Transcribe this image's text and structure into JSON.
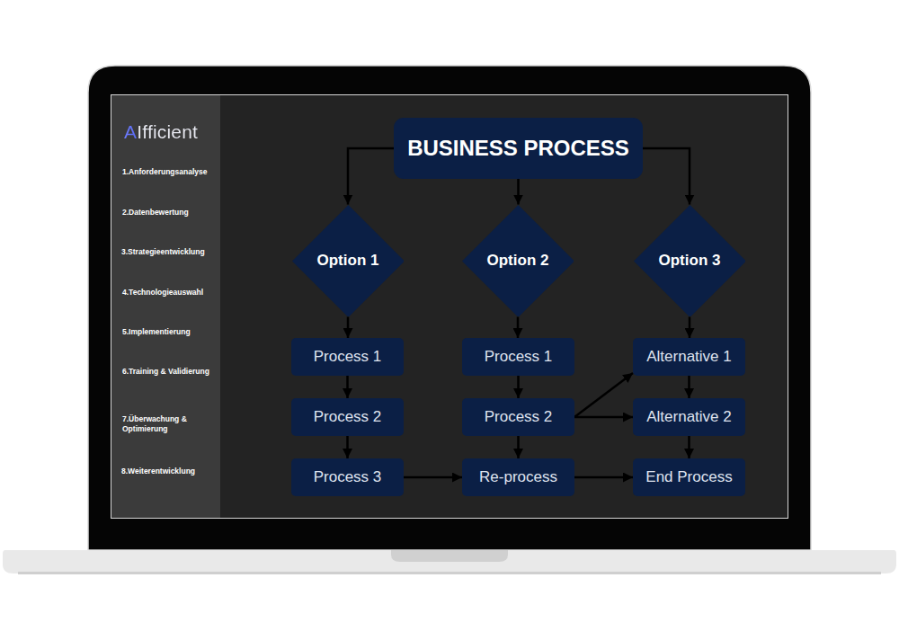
{
  "diagram": {
    "nodes": [
      {
        "text": [
          "BUSINESS PROCESS"
        ]
      },
      {
        "text": [
          "Option 1"
        ]
      },
      {
        "text": [
          "Option 2"
        ]
      },
      {
        "text": [
          "Option 3"
        ]
      },
      {
        "text": [
          "Process 1"
        ]
      },
      {
        "text": [
          "Process 1"
        ]
      },
      {
        "text": [
          "Alternative 1"
        ]
      },
      {
        "text": [
          "Process 2"
        ]
      },
      {
        "text": [
          "Process 2"
        ]
      },
      {
        "text": [
          "Alternative 2"
        ]
      },
      {
        "text": [
          "Process 3"
        ]
      },
      {
        "text": [
          "Re-process"
        ]
      },
      {
        "text": [
          "End Process"
        ]
      }
    ],
    "edges": [
      {
        "from": 0,
        "to": 1,
        "arrow": "to"
      },
      {
        "from": 0,
        "to": 2,
        "arrow": "to"
      },
      {
        "from": 0,
        "to": 3,
        "arrow": "to"
      },
      {
        "from": 1,
        "to": 4,
        "arrow": "to"
      },
      {
        "from": 4,
        "to": 7,
        "arrow": "to"
      },
      {
        "from": 7,
        "to": 10,
        "arrow": "to"
      },
      {
        "from": 10,
        "to": 11,
        "arrow": "to"
      },
      {
        "from": 2,
        "to": 5,
        "arrow": "to"
      },
      {
        "from": 5,
        "to": 8,
        "arrow": "to"
      },
      {
        "from": 8,
        "to": 11,
        "arrow": "to"
      },
      {
        "from": 8,
        "to": 6,
        "arrow": "to"
      },
      {
        "from": 8,
        "to": 9,
        "arrow": "to"
      },
      {
        "from": 11,
        "to": 12,
        "arrow": "to"
      },
      {
        "from": 3,
        "to": 6,
        "arrow": "to"
      },
      {
        "from": 6,
        "to": 9,
        "arrow": "to"
      },
      {
        "from": 9,
        "to": 12,
        "arrow": "to"
      }
    ],
    "labels": [
      "AIfficient",
      "1.Anforderungsanalyse",
      "2.Datenbewertung",
      "3.Strategieentwicklung",
      "4.Technologieauswahl",
      "5.Implementierung",
      "6.Training & Validierung",
      "7.Überwachung & Optimierung",
      "8.Weiterentwicklung"
    ]
  }
}
